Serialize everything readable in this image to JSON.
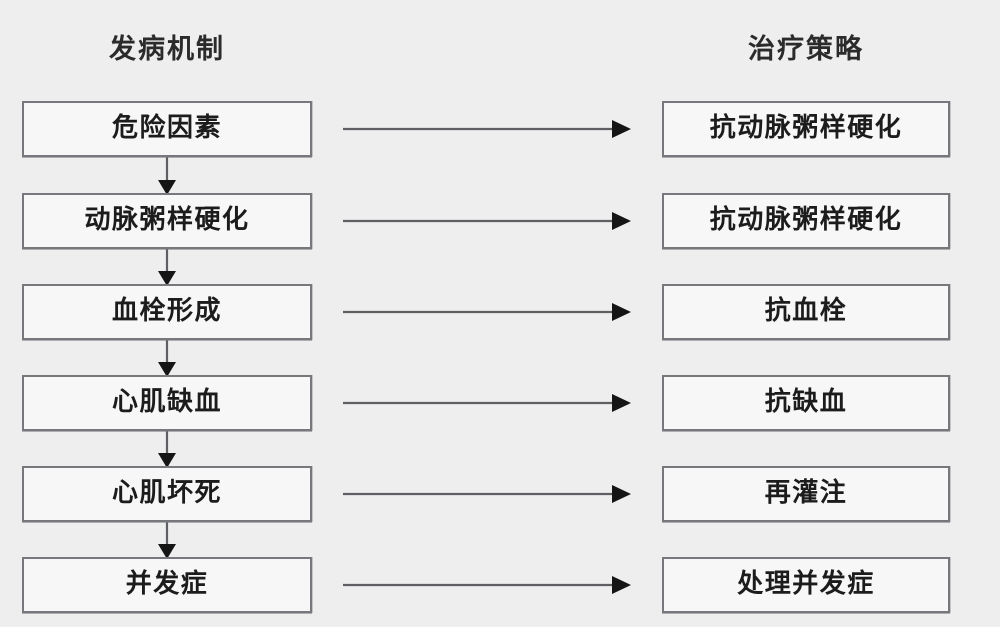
{
  "diagram": {
    "title_left": "发病机制",
    "title_right": "治疗策略",
    "colors": {
      "background": "#eeeeee",
      "box_fill": "#f7f7f8",
      "box_border": "#77787c",
      "text": "#1c1c1c",
      "arrow": "#5e5f63",
      "arrow_head": "#151515"
    },
    "rows": [
      {
        "mechanism": "危险因素",
        "therapy": "抗动脉粥样硬化"
      },
      {
        "mechanism": "动脉粥样硬化",
        "therapy": "抗动脉粥样硬化"
      },
      {
        "mechanism": "血栓形成",
        "therapy": "抗血栓"
      },
      {
        "mechanism": "心肌缺血",
        "therapy": "抗缺血"
      },
      {
        "mechanism": "心肌坏死",
        "therapy": "再灌注"
      },
      {
        "mechanism": "并发症",
        "therapy": "处理并发症"
      }
    ],
    "flow_arrows_vertical": [
      {
        "from": "危险因素",
        "to": "动脉粥样硬化"
      },
      {
        "from": "动脉粥样硬化",
        "to": "血栓形成"
      },
      {
        "from": "血栓形成",
        "to": "心肌缺血"
      },
      {
        "from": "心肌缺血",
        "to": "心肌坏死"
      },
      {
        "from": "心肌坏死",
        "to": "并发症"
      }
    ],
    "flow_arrows_horizontal": [
      {
        "from": "危险因素",
        "to": "抗动脉粥样硬化"
      },
      {
        "from": "动脉粥样硬化",
        "to": "抗动脉粥样硬化"
      },
      {
        "from": "血栓形成",
        "to": "抗血栓"
      },
      {
        "from": "心肌缺血",
        "to": "抗缺血"
      },
      {
        "from": "心肌坏死",
        "to": "再灌注"
      },
      {
        "from": "并发症",
        "to": "处理并发症"
      }
    ]
  }
}
